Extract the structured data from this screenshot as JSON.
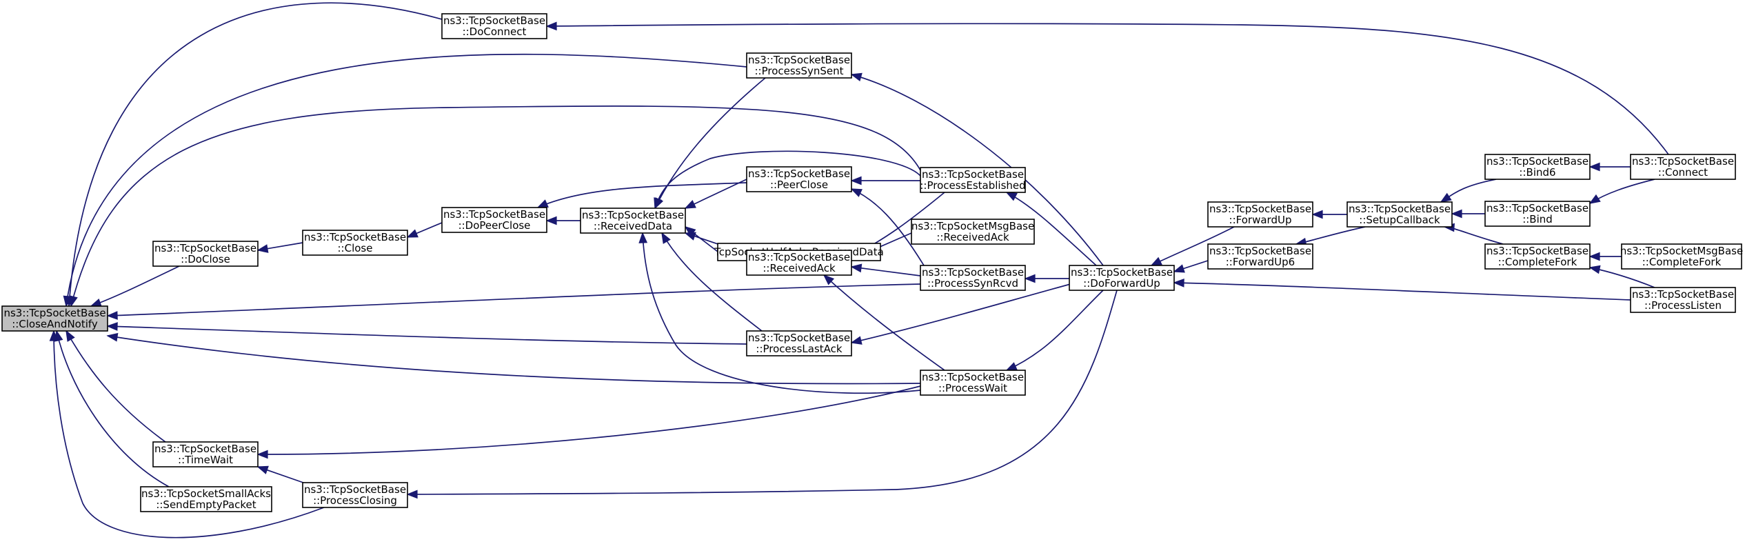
{
  "graph": {
    "root": "close_and_notify",
    "nodes": [
      {
        "id": "close_and_notify",
        "lines": [
          "ns3::TcpSocketBase",
          "::CloseAndNotify"
        ]
      },
      {
        "id": "do_connect",
        "lines": [
          "ns3::TcpSocketBase",
          "::DoConnect"
        ]
      },
      {
        "id": "process_syn_sent",
        "lines": [
          "ns3::TcpSocketBase",
          "::ProcessSynSent"
        ]
      },
      {
        "id": "process_established",
        "lines": [
          "ns3::TcpSocketBase",
          "::ProcessEstablished"
        ]
      },
      {
        "id": "peer_close",
        "lines": [
          "ns3::TcpSocketBase",
          "::PeerClose"
        ]
      },
      {
        "id": "received_data",
        "lines": [
          "ns3::TcpSocketBase",
          "::ReceivedData"
        ]
      },
      {
        "id": "do_peer_close",
        "lines": [
          "ns3::TcpSocketBase",
          "::DoPeerClose"
        ]
      },
      {
        "id": "close",
        "lines": [
          "ns3::TcpSocketBase",
          "::Close"
        ]
      },
      {
        "id": "do_close",
        "lines": [
          "ns3::TcpSocketBase",
          "::DoClose"
        ]
      },
      {
        "id": "half_ack_received_data",
        "lines": [
          "TcpSocketHalfAck::ReceivedData"
        ]
      },
      {
        "id": "received_ack",
        "lines": [
          "ns3::TcpSocketBase",
          "::ReceivedAck"
        ]
      },
      {
        "id": "msg_received_ack",
        "lines": [
          "ns3::TcpSocketMsgBase",
          "::ReceivedAck"
        ]
      },
      {
        "id": "process_syn_rcvd",
        "lines": [
          "ns3::TcpSocketBase",
          "::ProcessSynRcvd"
        ]
      },
      {
        "id": "process_last_ack",
        "lines": [
          "ns3::TcpSocketBase",
          "::ProcessLastAck"
        ]
      },
      {
        "id": "process_wait",
        "lines": [
          "ns3::TcpSocketBase",
          "::ProcessWait"
        ]
      },
      {
        "id": "time_wait",
        "lines": [
          "ns3::TcpSocketBase",
          "::TimeWait"
        ]
      },
      {
        "id": "send_empty_packet",
        "lines": [
          "ns3::TcpSocketSmallAcks",
          "::SendEmptyPacket"
        ]
      },
      {
        "id": "process_closing",
        "lines": [
          "ns3::TcpSocketBase",
          "::ProcessClosing"
        ]
      },
      {
        "id": "do_forward_up",
        "lines": [
          "ns3::TcpSocketBase",
          "::DoForwardUp"
        ]
      },
      {
        "id": "forward_up",
        "lines": [
          "ns3::TcpSocketBase",
          "::ForwardUp"
        ]
      },
      {
        "id": "forward_up6",
        "lines": [
          "ns3::TcpSocketBase",
          "::ForwardUp6"
        ]
      },
      {
        "id": "setup_callback",
        "lines": [
          "ns3::TcpSocketBase",
          "::SetupCallback"
        ]
      },
      {
        "id": "bind6",
        "lines": [
          "ns3::TcpSocketBase",
          "::Bind6"
        ]
      },
      {
        "id": "bind",
        "lines": [
          "ns3::TcpSocketBase",
          "::Bind"
        ]
      },
      {
        "id": "complete_fork",
        "lines": [
          "ns3::TcpSocketBase",
          "::CompleteFork"
        ]
      },
      {
        "id": "connect",
        "lines": [
          "ns3::TcpSocketBase",
          "::Connect"
        ]
      },
      {
        "id": "msg_complete_fork",
        "lines": [
          "ns3::TcpSocketMsgBase",
          "::CompleteFork"
        ]
      },
      {
        "id": "process_listen",
        "lines": [
          "ns3::TcpSocketBase",
          "::ProcessListen"
        ]
      }
    ],
    "edges": [
      {
        "from": "do_connect",
        "to": "close_and_notify"
      },
      {
        "from": "process_syn_sent",
        "to": "close_and_notify"
      },
      {
        "from": "process_established",
        "to": "close_and_notify"
      },
      {
        "from": "do_close",
        "to": "close_and_notify"
      },
      {
        "from": "process_syn_rcvd",
        "to": "close_and_notify"
      },
      {
        "from": "process_last_ack",
        "to": "close_and_notify"
      },
      {
        "from": "process_wait",
        "to": "close_and_notify"
      },
      {
        "from": "time_wait",
        "to": "close_and_notify"
      },
      {
        "from": "send_empty_packet",
        "to": "close_and_notify"
      },
      {
        "from": "process_closing",
        "to": "close_and_notify"
      },
      {
        "from": "close",
        "to": "do_close"
      },
      {
        "from": "do_peer_close",
        "to": "close"
      },
      {
        "from": "peer_close",
        "to": "do_peer_close"
      },
      {
        "from": "received_data",
        "to": "do_peer_close"
      },
      {
        "from": "process_syn_sent",
        "to": "received_data"
      },
      {
        "from": "process_established",
        "to": "received_data"
      },
      {
        "from": "peer_close",
        "to": "received_data"
      },
      {
        "from": "half_ack_received_data",
        "to": "received_data"
      },
      {
        "from": "received_ack",
        "to": "received_data"
      },
      {
        "from": "process_last_ack",
        "to": "received_data"
      },
      {
        "from": "process_wait",
        "to": "received_data"
      },
      {
        "from": "process_established",
        "to": "peer_close"
      },
      {
        "from": "process_syn_rcvd",
        "to": "peer_close"
      },
      {
        "from": "process_established",
        "to": "received_ack"
      },
      {
        "from": "msg_received_ack",
        "to": "received_ack"
      },
      {
        "from": "process_syn_rcvd",
        "to": "received_ack"
      },
      {
        "from": "process_wait",
        "to": "received_ack"
      },
      {
        "from": "process_wait",
        "to": "time_wait"
      },
      {
        "from": "time_wait",
        "to": "process_closing"
      },
      {
        "from": "do_forward_up",
        "to": "process_syn_sent"
      },
      {
        "from": "do_forward_up",
        "to": "process_established"
      },
      {
        "from": "do_forward_up",
        "to": "process_syn_rcvd"
      },
      {
        "from": "do_forward_up",
        "to": "process_last_ack"
      },
      {
        "from": "do_forward_up",
        "to": "process_wait"
      },
      {
        "from": "do_forward_up",
        "to": "process_closing"
      },
      {
        "from": "forward_up",
        "to": "do_forward_up"
      },
      {
        "from": "forward_up6",
        "to": "do_forward_up"
      },
      {
        "from": "setup_callback",
        "to": "forward_up"
      },
      {
        "from": "setup_callback",
        "to": "forward_up6"
      },
      {
        "from": "bind6",
        "to": "setup_callback"
      },
      {
        "from": "bind",
        "to": "setup_callback"
      },
      {
        "from": "complete_fork",
        "to": "setup_callback"
      },
      {
        "from": "connect",
        "to": "bind6"
      },
      {
        "from": "connect",
        "to": "bind"
      },
      {
        "from": "connect",
        "to": "do_connect"
      },
      {
        "from": "msg_complete_fork",
        "to": "complete_fork"
      },
      {
        "from": "process_listen",
        "to": "complete_fork"
      },
      {
        "from": "process_listen",
        "to": "do_forward_up"
      }
    ]
  },
  "colors": {
    "edge": "#191970",
    "node_border": "#000000",
    "node_fill": "#ffffff",
    "root_fill": "#bfbfbf"
  }
}
